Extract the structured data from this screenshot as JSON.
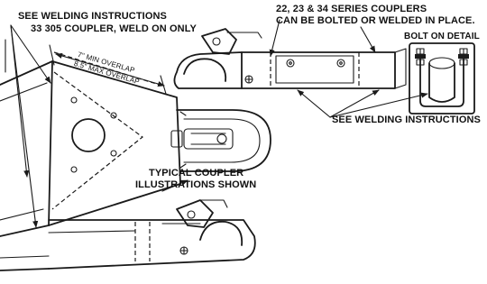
{
  "labels": {
    "welding_instructions_top": "SEE WELDING INSTRUCTIONS",
    "coupler_33305": "33 305 COUPLER, WELD ON ONLY",
    "series_couplers_line1": "22, 23 & 34 SERIES COUPLERS",
    "series_couplers_line2": "CAN BE BOLTED OR WELDED IN PLACE.",
    "bolt_on_detail": "BOLT ON DETAIL",
    "min_overlap": "7\" MIN OVERLAP",
    "max_overlap": "8.5\" MAX OVERLAP",
    "welding_instructions_right": "SEE WELDING INSTRUCTIONS",
    "typical_line1": "TYPICAL COUPLER",
    "typical_line2": "ILLUSTRATIONS SHOWN"
  }
}
